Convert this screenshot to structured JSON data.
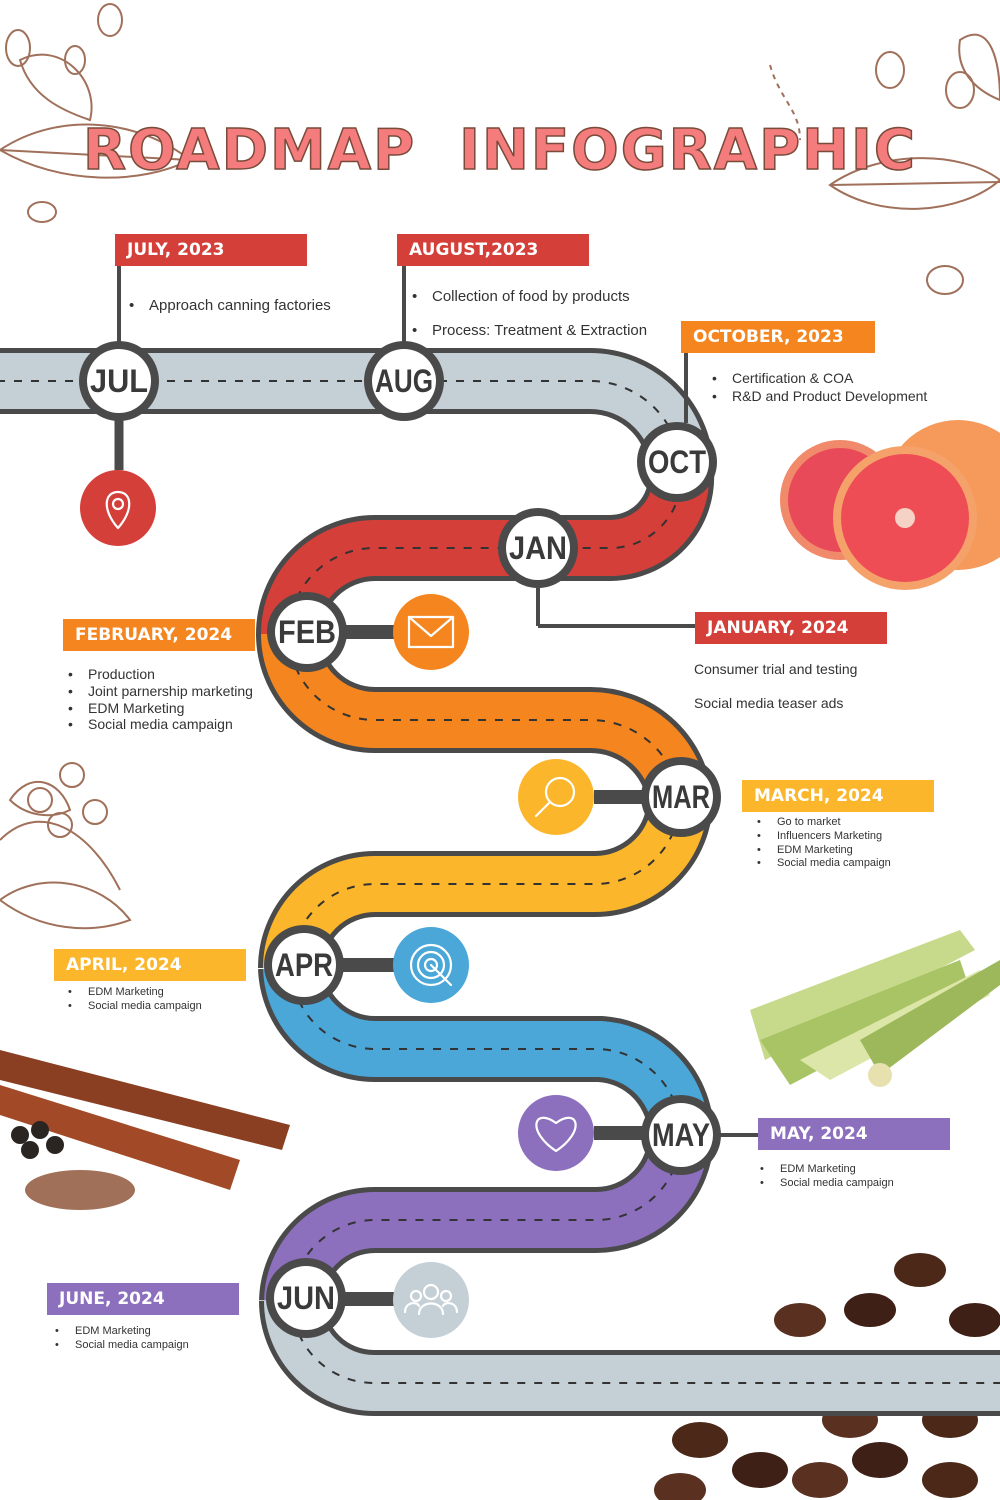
{
  "title": "ROADMAP  INFOGRAPHIC",
  "colors": {
    "red": "#d43f3a",
    "orange": "#f5861f",
    "yellow": "#fbb62b",
    "blue": "#4aa7d8",
    "purple": "#8c6fbd",
    "road_gray": "#c5d0d6",
    "outline": "#4a4a4a",
    "title": "#f47c7c"
  },
  "milestones": [
    {
      "abbr": "JUL",
      "label": "JULY, 2023",
      "color": "#d43f3a",
      "bulleted": true,
      "items": [
        "Approach canning factories"
      ],
      "icon": "location-pin-icon"
    },
    {
      "abbr": "AUG",
      "label": "AUGUST,2023",
      "color": "#d43f3a",
      "bulleted": true,
      "items": [
        "Collection of food by products",
        "Process: Treatment & Extraction"
      ]
    },
    {
      "abbr": "OCT",
      "label": "OCTOBER, 2023",
      "color": "#f5861f",
      "bulleted": true,
      "items": [
        "Certification & COA",
        "R&D and Product Development"
      ]
    },
    {
      "abbr": "JAN",
      "label": "JANUARY, 2024",
      "color": "#d43f3a",
      "bulleted": false,
      "items": [
        "Consumer trial and testing",
        "Social media teaser ads"
      ]
    },
    {
      "abbr": "FEB",
      "label": "FEBRUARY, 2024",
      "color": "#f5861f",
      "bulleted": true,
      "items": [
        "Production",
        "Joint parnership marketing",
        "EDM Marketing",
        "Social media campaign"
      ],
      "icon": "envelope-icon"
    },
    {
      "abbr": "MAR",
      "label": "MARCH, 2024",
      "color": "#fbb62b",
      "bulleted": true,
      "items": [
        "Go to market",
        "Influencers Marketing",
        "EDM Marketing",
        "Social media campaign"
      ],
      "icon": "magnifier-icon"
    },
    {
      "abbr": "APR",
      "label": "APRIL, 2024",
      "color": "#fbb62b",
      "bulleted": true,
      "items": [
        "EDM Marketing",
        "Social media campaign"
      ],
      "icon": "target-icon"
    },
    {
      "abbr": "MAY",
      "label": "MAY, 2024",
      "color": "#8c6fbd",
      "bulleted": true,
      "items": [
        "EDM Marketing",
        "Social media campaign"
      ],
      "icon": "heart-icon"
    },
    {
      "abbr": "JUN",
      "label": "JUNE, 2024",
      "color": "#8c6fbd",
      "bulleted": true,
      "items": [
        "EDM Marketing",
        "Social media campaign"
      ],
      "icon": "people-icon"
    }
  ]
}
